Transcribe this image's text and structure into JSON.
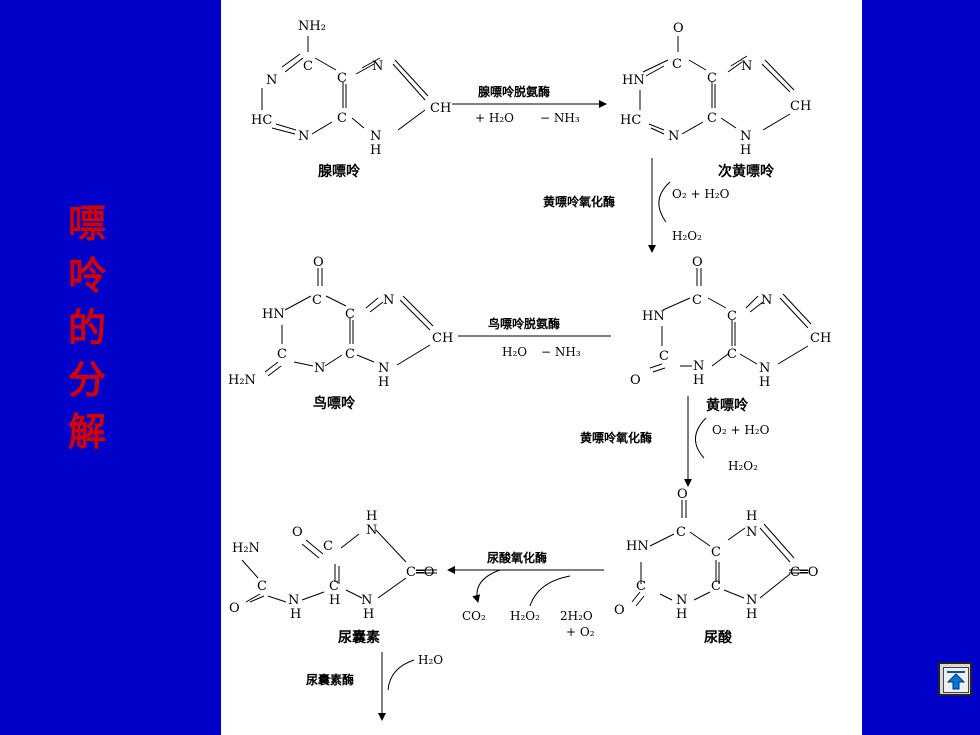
{
  "title_chars": [
    "嘌",
    "呤",
    "的",
    "分",
    "解"
  ],
  "compounds": {
    "adenine": "腺嘌呤",
    "hypoxanthine": "次黄嘌呤",
    "guanine": "鸟嘌呤",
    "xanthine": "黄嘌呤",
    "uric_acid": "尿酸",
    "allantoin": "尿囊素"
  },
  "enzymes": {
    "adenine_deaminase": "腺嘌呤脱氨酶",
    "xanthine_oxidase": "黄嘌呤氧化酶",
    "guanine_deaminase": "鸟嘌呤脱氨酶",
    "urate_oxidase": "尿酸氧化酶",
    "allantoinase": "尿囊素酶"
  },
  "reagents": {
    "plus_water": "+ H₂O",
    "minus_ammonia": "− NH₃",
    "water": "H₂O",
    "o2_water": "O₂ + H₂O",
    "h2o2": "H₂O₂",
    "co2": "CO₂",
    "two_water": "2H₂O",
    "plus_o2": "+ O₂"
  },
  "atoms": {
    "N": "N",
    "C": "C",
    "O": "O",
    "H": "H",
    "HN": "HN",
    "HC": "HC",
    "CH": "CH",
    "NH2": "NH₂",
    "H2N": "H₂N",
    "C_dbl_O": "C═O"
  },
  "nav": {
    "icon": "up-arrow-icon"
  }
}
